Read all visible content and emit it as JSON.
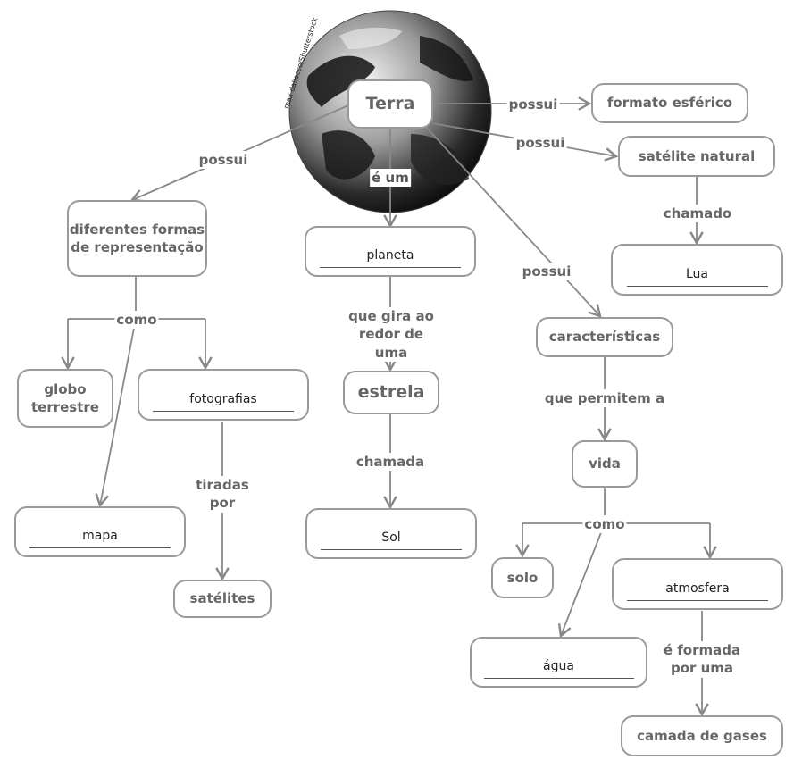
{
  "image_credit": "max dallocco/Shutterstock",
  "nodes": {
    "terra": "Terra",
    "formato": "formato esférico",
    "satelite_natural": "satélite natural",
    "lua": "Lua",
    "formas": "diferentes formas de representação",
    "planeta": "planeta",
    "estrela": "estrela",
    "sol": "Sol",
    "caracteristicas": "características",
    "vida": "vida",
    "globo": "globo terrestre",
    "fotografias": "fotografias",
    "mapa": "mapa",
    "satelites": "satélites",
    "solo": "solo",
    "atmosfera": "atmosfera",
    "agua": "água",
    "camada": "camada de gases"
  },
  "links": {
    "possui_formato": "possui",
    "possui_satelite": "possui",
    "chamado": "chamado",
    "possui_formas": "possui",
    "e_um": "é um",
    "possui_caracteristicas": "possui",
    "como_formas": "como",
    "que_gira": "que gira ao redor de uma",
    "que_permitem": "que permitem a",
    "chamada": "chamada",
    "tiradas_por": "tiradas por",
    "como_vida": "como",
    "e_formada": "é formada por uma"
  }
}
